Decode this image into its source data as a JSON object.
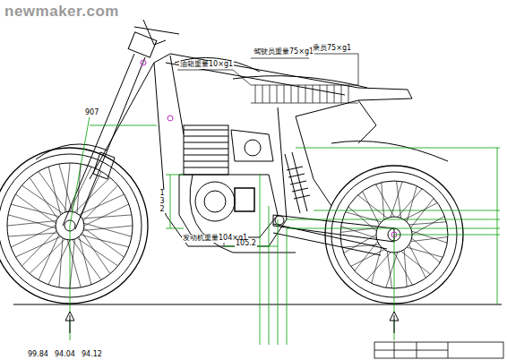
{
  "diagram": {
    "labels": [
      "newmaker.com",
      "油箱重量10×g1",
      "驾驶员重量75×g1",
      "乘员75×g1",
      "发动机重量104×g1",
      "907",
      "132",
      "105.2",
      "99.84",
      "94.04",
      "94.12"
    ]
  }
}
